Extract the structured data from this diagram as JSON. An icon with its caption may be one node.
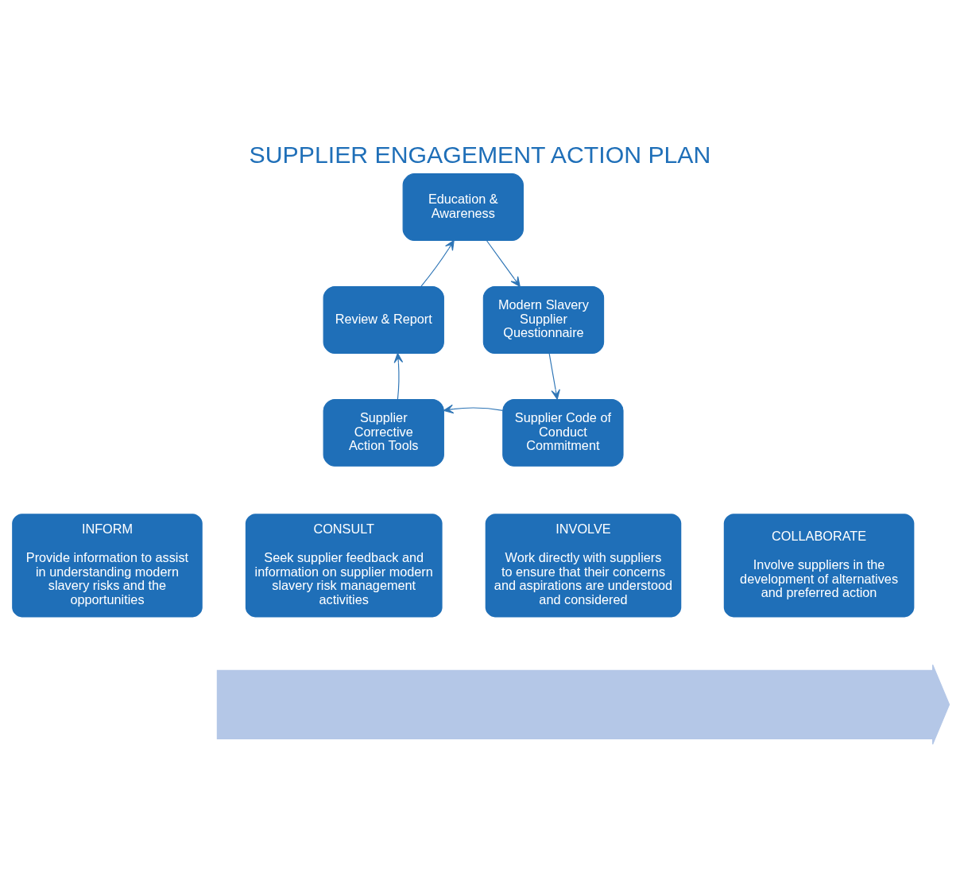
{
  "diagram": {
    "title": "SUPPLIER ENGAGEMENT ACTION PLAN",
    "nodes": [
      {
        "text": [
          "Education & Awareness"
        ]
      },
      {
        "text": [
          "Modern Slavery Supplier Questionnaire"
        ]
      },
      {
        "text": [
          "Supplier Code of Conduct Commitment"
        ]
      },
      {
        "text": [
          "Supplier Corrective Action Tools"
        ]
      },
      {
        "text": [
          "Review & Report"
        ]
      },
      {
        "text": [
          "INFORM",
          "Provide information to assist in understanding modern slavery risks and the opportunities"
        ]
      },
      {
        "text": [
          "CONSULT",
          "Seek supplier feedback and information on supplier modern slavery risk management activities"
        ]
      },
      {
        "text": [
          "INVOLVE",
          "Work directly with suppliers to ensure that their concerns and aspirations are understood and considered"
        ]
      },
      {
        "text": [
          "COLLABORATE",
          "Involve suppliers in the development of alternatives and preferred action"
        ]
      },
      {
        "text": [],
        "shape": "arrow"
      }
    ],
    "edges": [
      {
        "from": 0,
        "to": 1,
        "arrow": "to"
      },
      {
        "from": 1,
        "to": 2,
        "arrow": "to"
      },
      {
        "from": 2,
        "to": 3,
        "arrow": "to"
      },
      {
        "from": 3,
        "to": 4,
        "arrow": "to"
      },
      {
        "from": 4,
        "to": 0,
        "arrow": "to"
      }
    ]
  }
}
